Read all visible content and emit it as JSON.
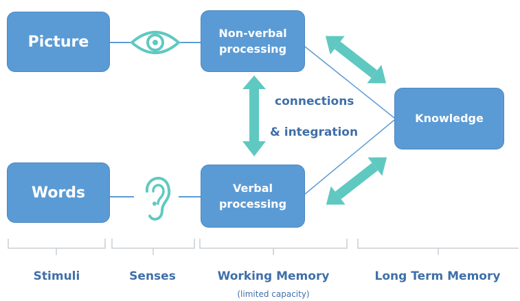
{
  "diagram": {
    "stimuli": {
      "picture": "Picture",
      "words": "Words"
    },
    "processing": {
      "nonverbal": "Non-verbal processing",
      "verbal": "Verbal processing"
    },
    "knowledge": "Knowledge",
    "connections": {
      "line1": "connections",
      "line2": "& integration"
    },
    "stages": {
      "stimuli": "Stimuli",
      "senses": "Senses",
      "working_memory": "Working Memory",
      "working_memory_note": "(limited capacity)",
      "long_term_memory": "Long Term Memory"
    },
    "icons": [
      "eye-icon",
      "ear-icon"
    ],
    "colors": {
      "box_fill": "#5b9bd5",
      "box_text": "#ffffff",
      "arrow": "#5fc9c1",
      "connector_line": "#5b9bd5",
      "label_text": "#3f6fa8",
      "bracket": "#c8cdd4"
    }
  }
}
